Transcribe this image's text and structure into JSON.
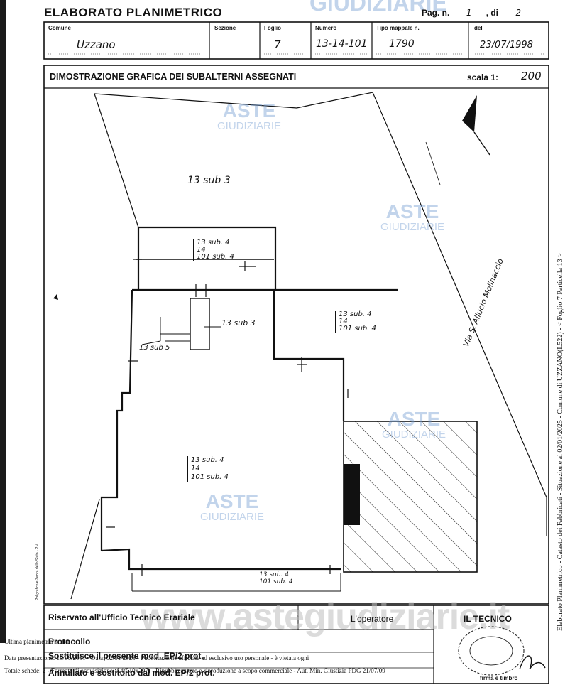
{
  "header": {
    "title": "ELABORATO PLANIMETRICO",
    "pag_label": "Pag. n.",
    "pag_value": "1",
    "di_label": ", di",
    "di_value": "2"
  },
  "info": {
    "comune_label": "Comune",
    "comune_value": "Uzzano",
    "sezione_label": "Sezione",
    "sezione_value": "",
    "foglio_label": "Foglio",
    "foglio_value": "7",
    "numero_label": "Numero",
    "numero_value": "13-14-101",
    "tipo_label": "Tipo mappale n.",
    "tipo_value": "1790",
    "del_label": "del",
    "del_value": "23/07/1998"
  },
  "section": {
    "title": "DIMOSTRAZIONE GRAFICA DEI SUBALTERNI ASSEGNATI",
    "scala_label": "scala 1:",
    "scala_value": "200"
  },
  "plan_labels": {
    "main_sub3": "13 sub 3",
    "top_room_1": "13 sub. 4",
    "top_room_2": "14",
    "top_room_3": "101 sub. 4",
    "stair_sub3": "13 sub 3",
    "stair_sub5": "13 sub 5",
    "right_1": "13 sub. 4",
    "right_2": "14",
    "right_3": "101 sub. 4",
    "center_1": "13 sub. 4",
    "center_2": "14",
    "center_3": "101 sub. 4",
    "bottom_1": "13 sub. 4",
    "bottom_2": "101 sub. 4",
    "street": "Via S. Allucio Molinaccio"
  },
  "watermarks": {
    "aste": "ASTE",
    "giudiziarie": "GIUDIZIARIE",
    "site": "www.astegiudiziarie.it"
  },
  "footer": {
    "riservato": "Riservato all'Ufficio Tecnico Erariale",
    "operatore": "L'operatore",
    "tecnico": "IL TECNICO",
    "protocollo": "Protocollo",
    "sostituisce": "Sostituisce il presente mod. EP/2 prot.",
    "annullato": "Annullato e sostituito dal mod. EP/2 prot.",
    "firma": "firma e timbro",
    "ultima": "Ultima planimetria in atti",
    "presentazione": "Data presentazione: 19/06/2001 - Data: 02/01/2025 - Pubblicazione ufficiale ad esclusivo uso personale - è vietata ogni",
    "totale": "Totale schede: 2 - Formato di acquisizione: A4(210x297) - Ripubblicazione o riproduzione a scopo commerciale - Aut. Min. Giustizia PDG 21/07/09",
    "left_vertical": "Poligrafico e Zecca dello Stato - P.V.",
    "right_vertical": "Elaborato Planimetrico - Catasto dei Fabbricati - Situazione al 02/01/2025 - Comune di UZZANO(L522) - < Foglio 7 Particella 13 >"
  }
}
